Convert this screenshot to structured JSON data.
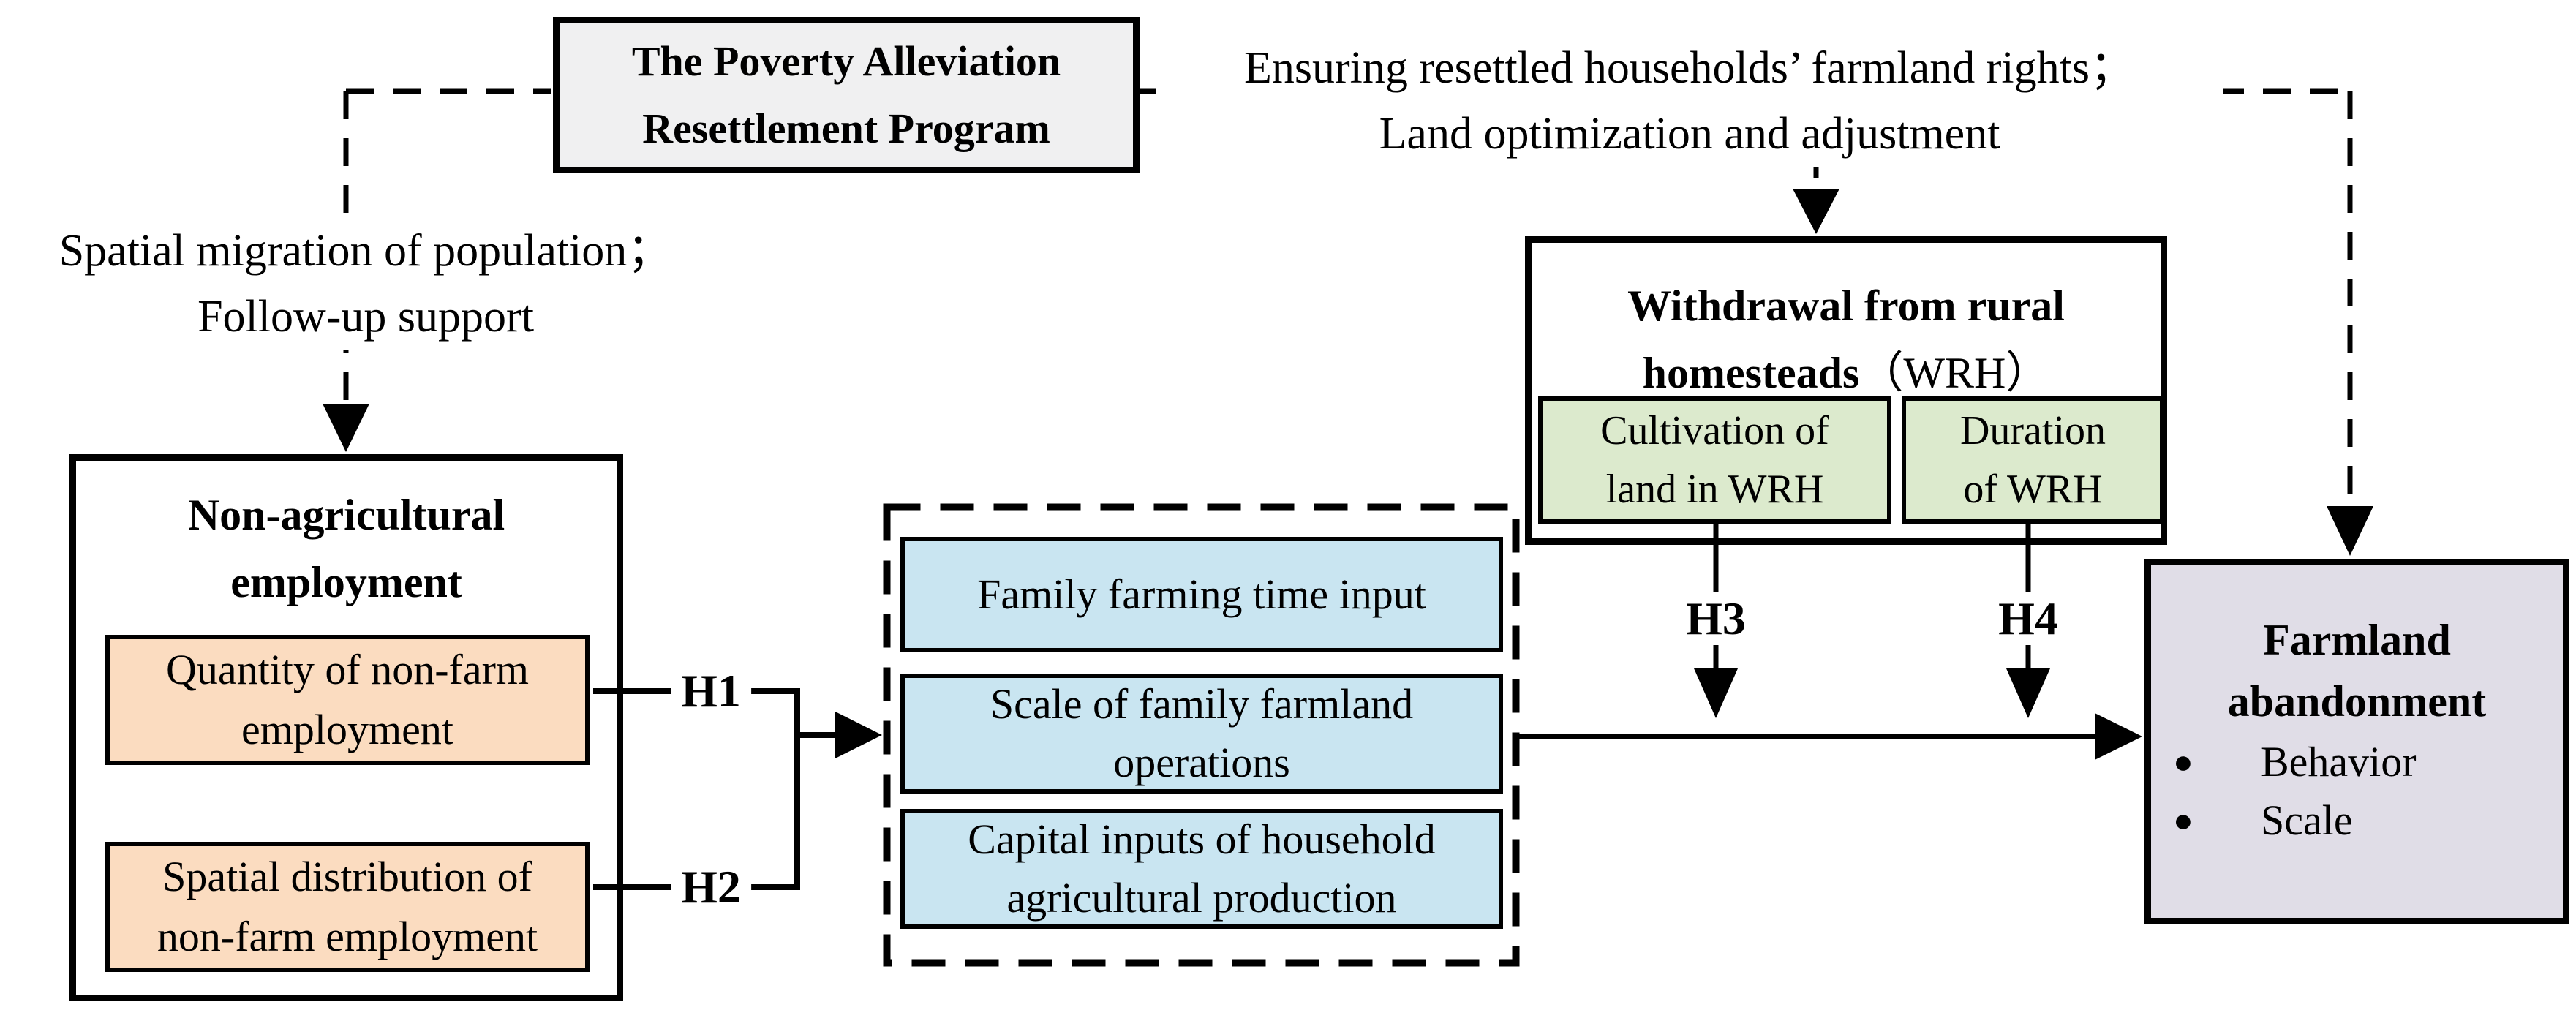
{
  "palette": {
    "gray_fill": "#F0F0F1",
    "orange_fill": "#FBDCC0",
    "blue_fill": "#C9E5F1",
    "green_fill": "#DCEACD",
    "lavender_fill": "#E0DDE7",
    "line_color": "#000000",
    "bg": "#FFFFFF"
  },
  "program_box": {
    "line1": "The Poverty Alleviation",
    "line2": "Resettlement Program"
  },
  "annotations": {
    "left": {
      "line1": "Spatial migration of population；",
      "line2": "Follow-up support"
    },
    "right": {
      "line1": "Ensuring resettled households’ farmland rights；",
      "line2": "Land optimization and adjustment"
    }
  },
  "non_agricultural": {
    "title_line1": "Non-agricultural",
    "title_line2": "employment",
    "items": [
      {
        "line1": "Quantity of non-farm",
        "line2": "employment"
      },
      {
        "line1": "Spatial distribution of",
        "line2": "non-farm employment"
      }
    ]
  },
  "mediators": {
    "items": [
      {
        "line1": "Family farming time input",
        "line2": ""
      },
      {
        "line1": "Scale of family farmland",
        "line2": "operations"
      },
      {
        "line1": "Capital inputs of household",
        "line2": "agricultural production"
      }
    ]
  },
  "wrh": {
    "title_line1": "Withdrawal from rural",
    "title_bold2": "homesteads",
    "title_paren": "（WRH）",
    "items": [
      {
        "line1": "Cultivation of",
        "line2": "land in WRH"
      },
      {
        "line1": "Duration",
        "line2": "of WRH"
      }
    ]
  },
  "farmland": {
    "title_line1": "Farmland",
    "title_line2": "abandonment",
    "bullet_glyph": "●",
    "bullets": [
      "Behavior",
      "Scale"
    ]
  },
  "hypotheses": {
    "h1": "H1",
    "h2": "H2",
    "h3": "H3",
    "h4": "H4"
  }
}
